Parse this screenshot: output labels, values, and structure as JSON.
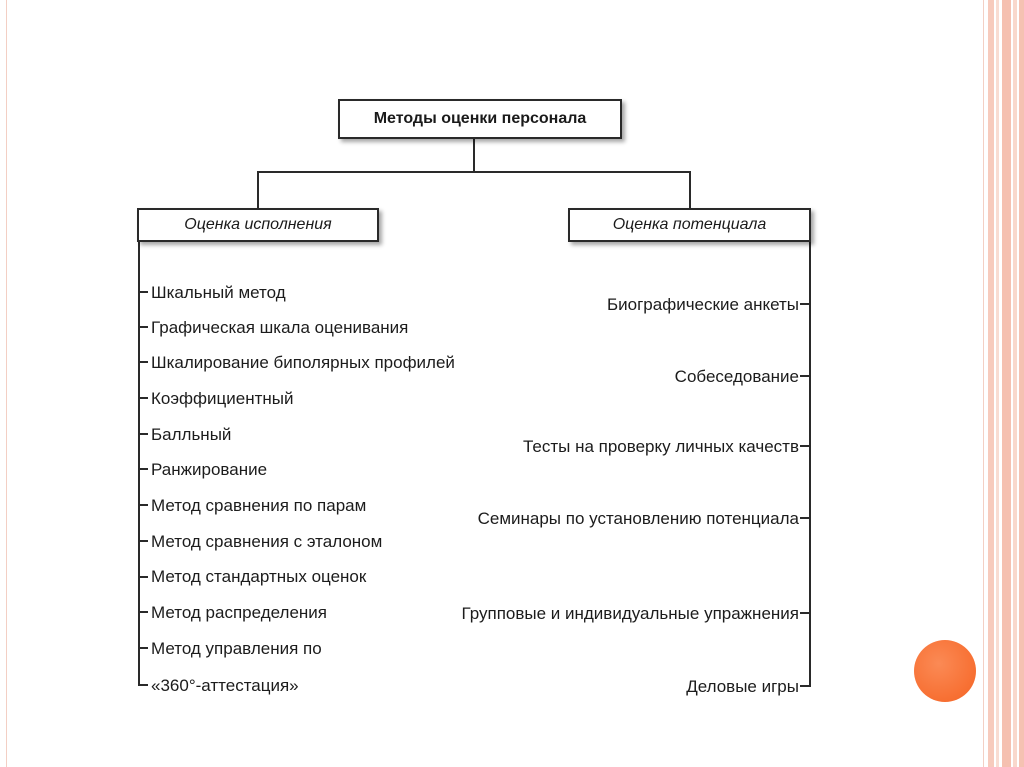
{
  "root": {
    "label": "Методы оценки персонала"
  },
  "left_branch": {
    "label": "Оценка исполнения",
    "items": [
      "Шкальный метод",
      "Графическая шкала оценивания",
      "Шкалирование биполярных профилей",
      "Коэффициентный",
      "Балльный",
      "Ранжирование",
      "Метод сравнения по парам",
      "Метод сравнения с эталоном",
      "Метод стандартных оценок",
      "Метод распределения",
      "Метод управления по",
      "«360°-аттестация»"
    ]
  },
  "right_branch": {
    "label": "Оценка потенциала",
    "items": [
      "Биографические анкеты",
      "Собеседование",
      "Тесты на проверку личных качеств",
      "Семинары по установлению потенциала",
      "Групповые и индивидуальные упражнения",
      "Деловые игры"
    ]
  },
  "colors": {
    "accent": "#f76f32",
    "frame_stripe": "#f5c0b0",
    "line": "#2a2a2a"
  }
}
